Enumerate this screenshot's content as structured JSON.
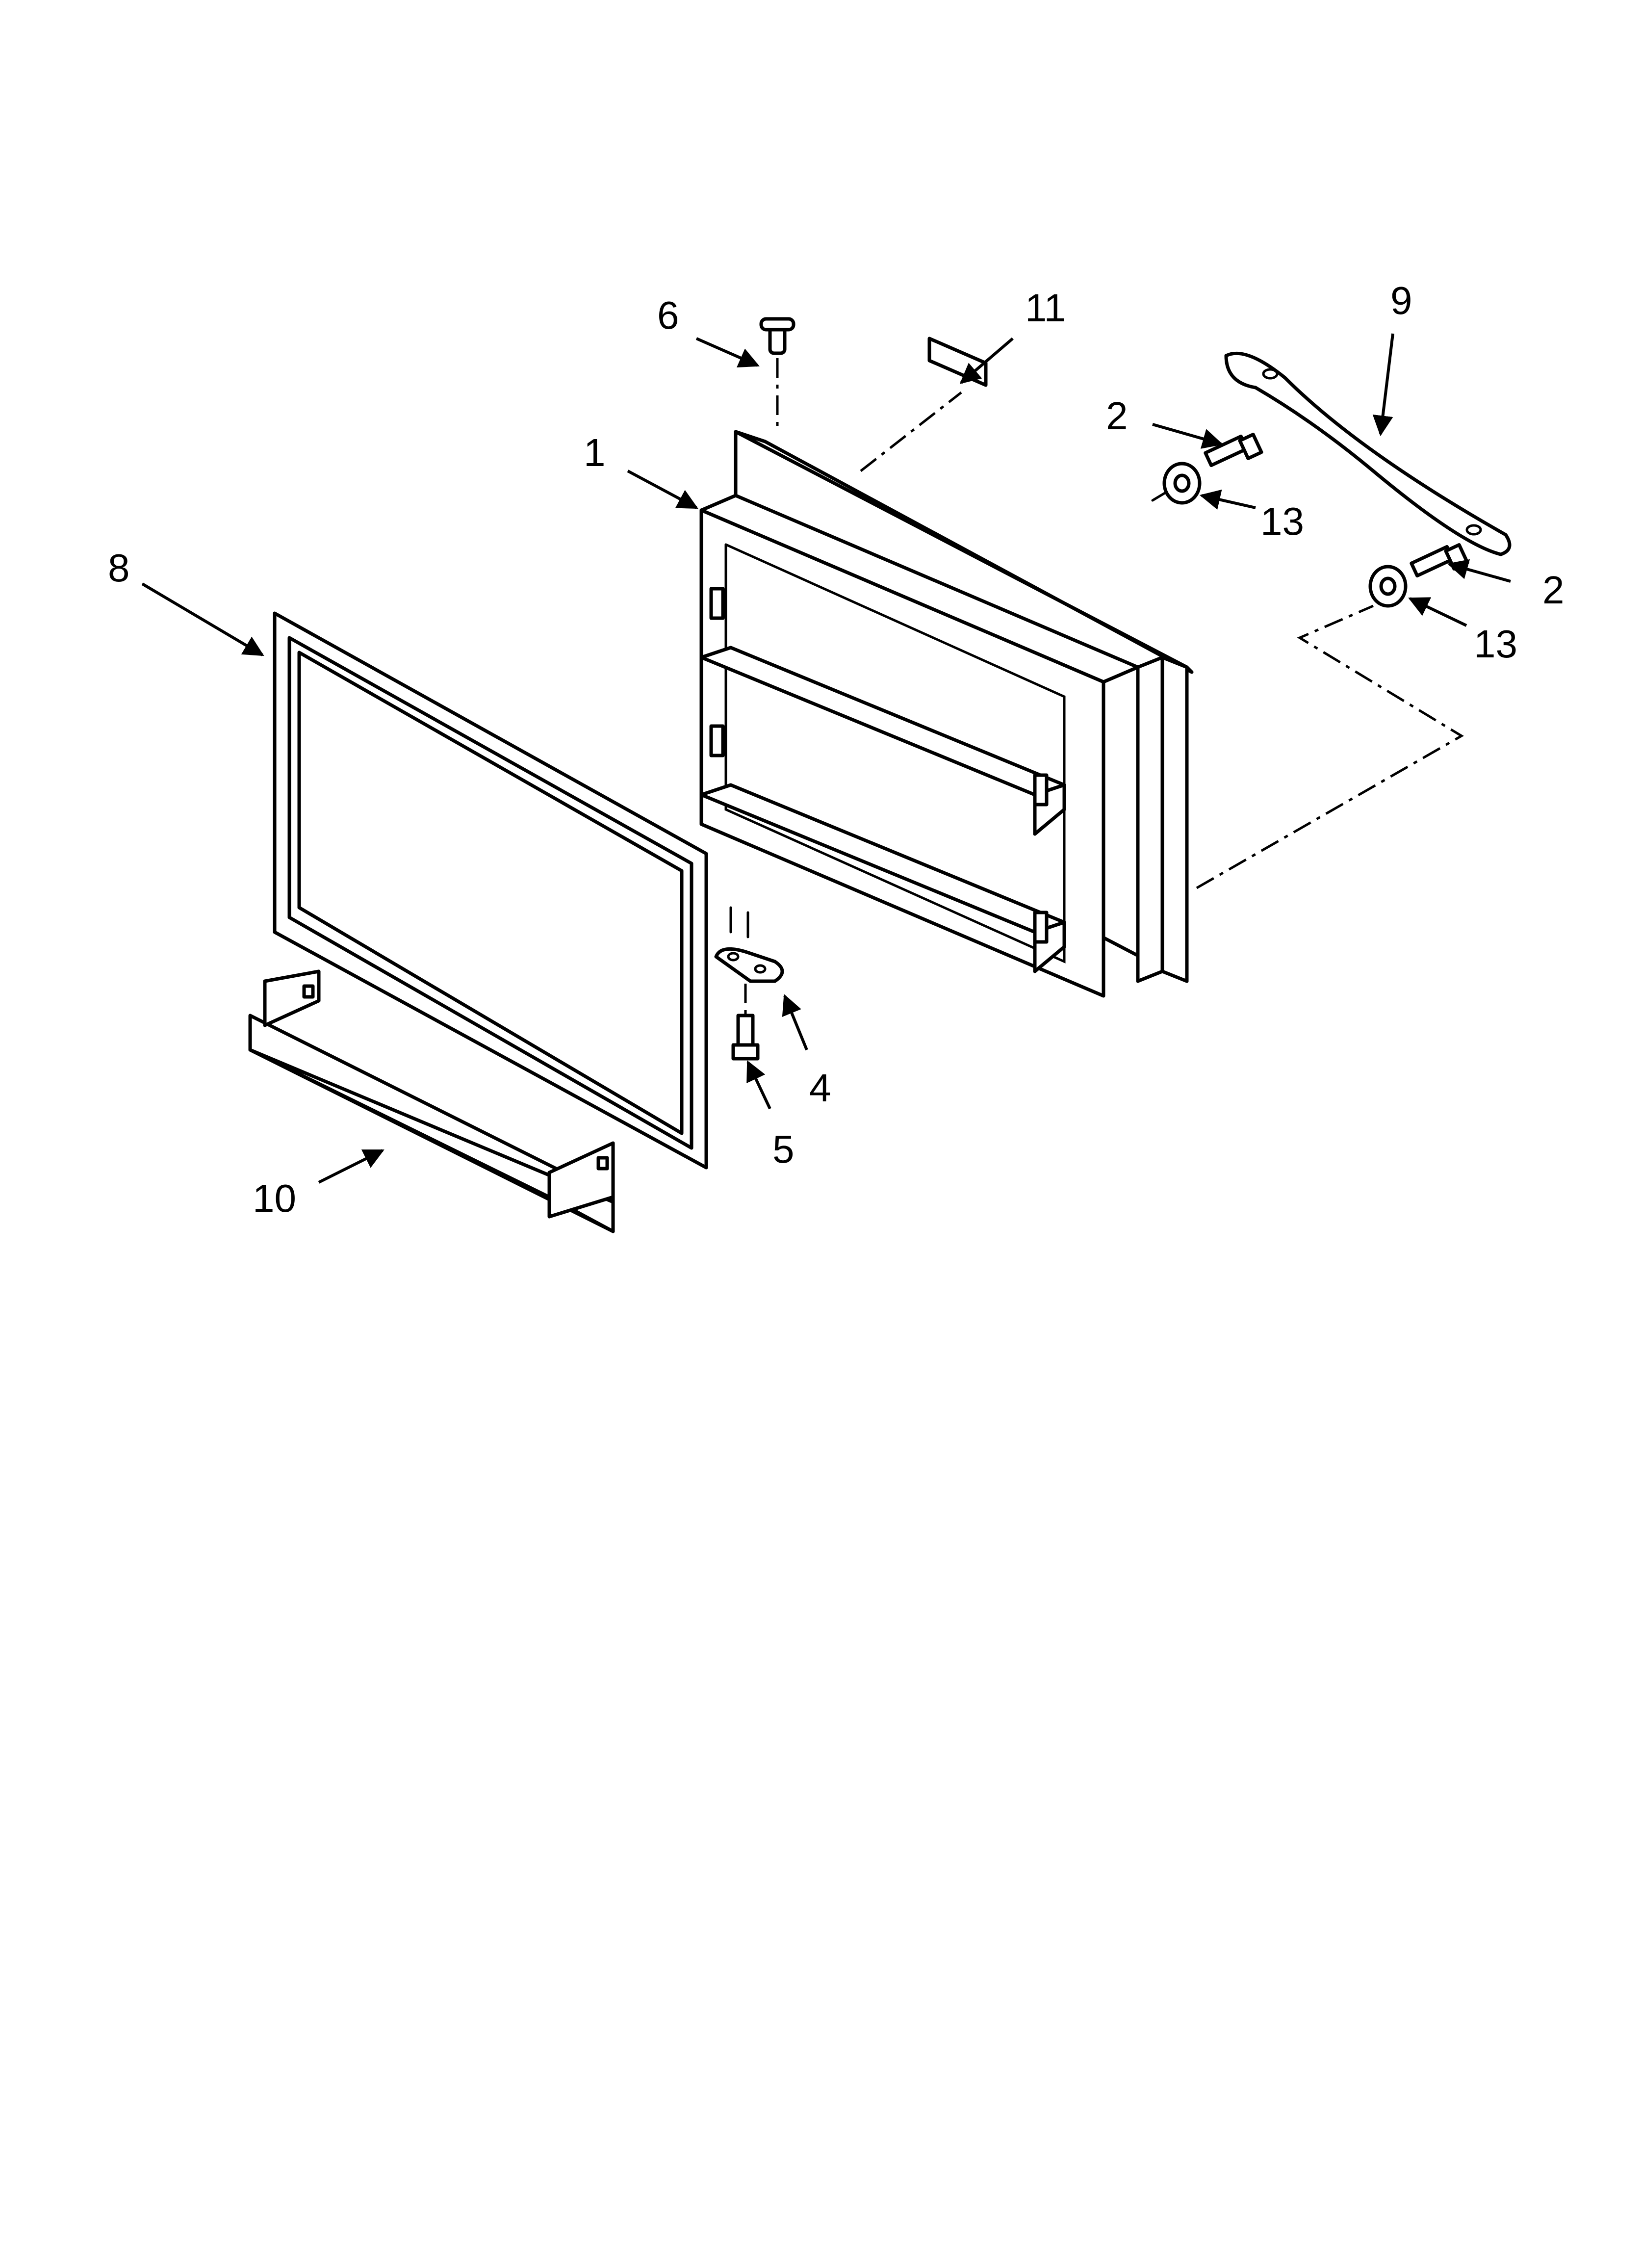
{
  "callouts": {
    "c1": "1",
    "c2a": "2",
    "c2b": "2",
    "c4": "4",
    "c5": "5",
    "c6": "6",
    "c8": "8",
    "c9": "9",
    "c10": "10",
    "c11": "11",
    "c13a": "13",
    "c13b": "13"
  },
  "colors": {
    "line": "#000000",
    "background": "#ffffff"
  }
}
